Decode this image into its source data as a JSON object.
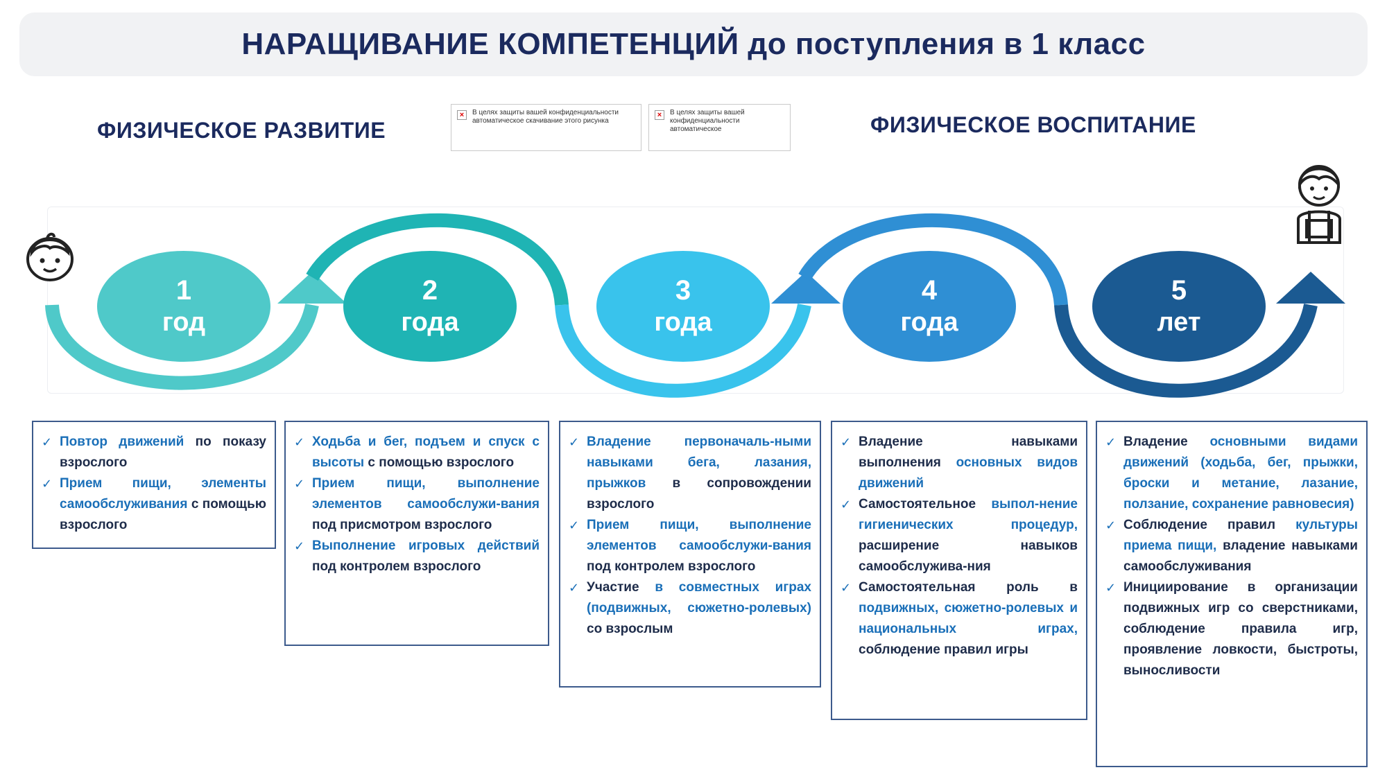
{
  "title": "НАРАЩИВАНИЕ КОМПЕТЕНЦИЙ до поступления в 1 класс",
  "left_heading": "ФИЗИЧЕСКОЕ РАЗВИТИЕ",
  "right_heading": "ФИЗИЧЕСКОЕ ВОСПИТАНИЕ",
  "placeholders": [
    "В целях защиты вашей конфиденциальности автоматическое скачивание этого рисунка",
    "В целях защиты вашей конфиденциальности автоматическое"
  ],
  "colors": {
    "stage1": "#4fc9c9",
    "stage2": "#1fb4b4",
    "stage3": "#39c3ec",
    "stage4": "#2f8fd4",
    "stage5": "#1b5a92",
    "title_text": "#1b2a5e",
    "highlight_text": "#1a6fb8"
  },
  "icons": [
    "baby-face-icon",
    "schoolchild-icon",
    "check-icon"
  ],
  "stages": [
    {
      "num": "1",
      "unit": "год"
    },
    {
      "num": "2",
      "unit": "года"
    },
    {
      "num": "3",
      "unit": "года"
    },
    {
      "num": "4",
      "unit": "года"
    },
    {
      "num": "5",
      "unit": "лет"
    }
  ],
  "boxes": [
    {
      "items": [
        {
          "hl": "Повтор движений",
          "rest": " по показу взрослого"
        },
        {
          "hl": "Прием пищи, элементы самообслуживания",
          "rest": " с помощью взрослого"
        }
      ]
    },
    {
      "items": [
        {
          "hl": "Ходьба и бег, подъем и спуск с высоты",
          "rest": " с помощью взрослого"
        },
        {
          "hl": "Прием пищи, выполнение элементов самообслужи-вания",
          "rest": " под присмотром взрослого"
        },
        {
          "hl": "Выполнение игровых действий",
          "rest": " под контролем взрослого"
        }
      ]
    },
    {
      "items": [
        {
          "hl": "Владение первоначаль-ными навыками бега, лазания, прыжков",
          "rest": " в сопровождении взрослого"
        },
        {
          "hl": "Прием пищи, выполнение элементов самообслужи-вания",
          "rest": " под контролем взрослого"
        },
        {
          "pre": "Участие ",
          "hl": "в совместных играх (подвижных, сюжетно-ролевых)",
          "rest": " со взрослым"
        }
      ]
    },
    {
      "items": [
        {
          "pre": "Владение навыками выполнения ",
          "hl": "основных видов движений",
          "rest": ""
        },
        {
          "pre": "Самостоятельное ",
          "hl": "выпол-нение гигиенических процедур,",
          "rest": " расширение навыков самообслужива-ния"
        },
        {
          "pre": "Самостоятельная роль в ",
          "hl": "подвижных, сюжетно-ролевых и национальных играх,",
          "rest": " соблюдение правил игры"
        }
      ]
    },
    {
      "items": [
        {
          "pre": "Владение ",
          "hl": "основными видами движений (ходьба, бег, прыжки, броски и метание, лазание, ползание, сохранение равновесия)",
          "rest": ""
        },
        {
          "pre": "Соблюдение правил ",
          "hl": "культуры приема пищи,",
          "rest": " владение навыками самообслуживания"
        },
        {
          "pre": "Инициирование в организации подвижных игр со сверстниками, соблюдение правила игр, проявление ловкости, быстроты, выносливости",
          "hl": "",
          "rest": ""
        }
      ]
    }
  ]
}
